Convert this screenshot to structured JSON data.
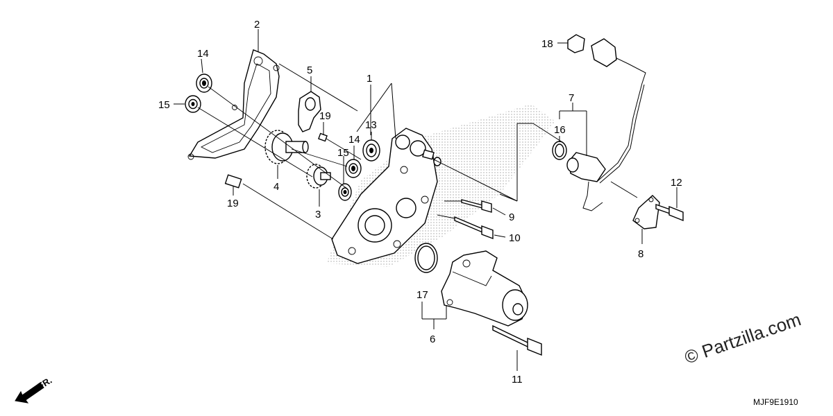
{
  "diagram": {
    "callouts": {
      "c1": "1",
      "c2": "2",
      "c3": "3",
      "c4": "4",
      "c5": "5",
      "c6": "6",
      "c7": "7",
      "c8": "8",
      "c9": "9",
      "c10": "10",
      "c11": "11",
      "c12": "12",
      "c13": "13",
      "c14a": "14",
      "c14b": "14",
      "c15a": "15",
      "c15b": "15",
      "c16": "16",
      "c17": "17",
      "c18": "18",
      "c19a": "19",
      "c19b": "19"
    },
    "diagram_code": "MJF9E1910",
    "watermark": "© Partzilla.com",
    "direction_label": "FR."
  }
}
